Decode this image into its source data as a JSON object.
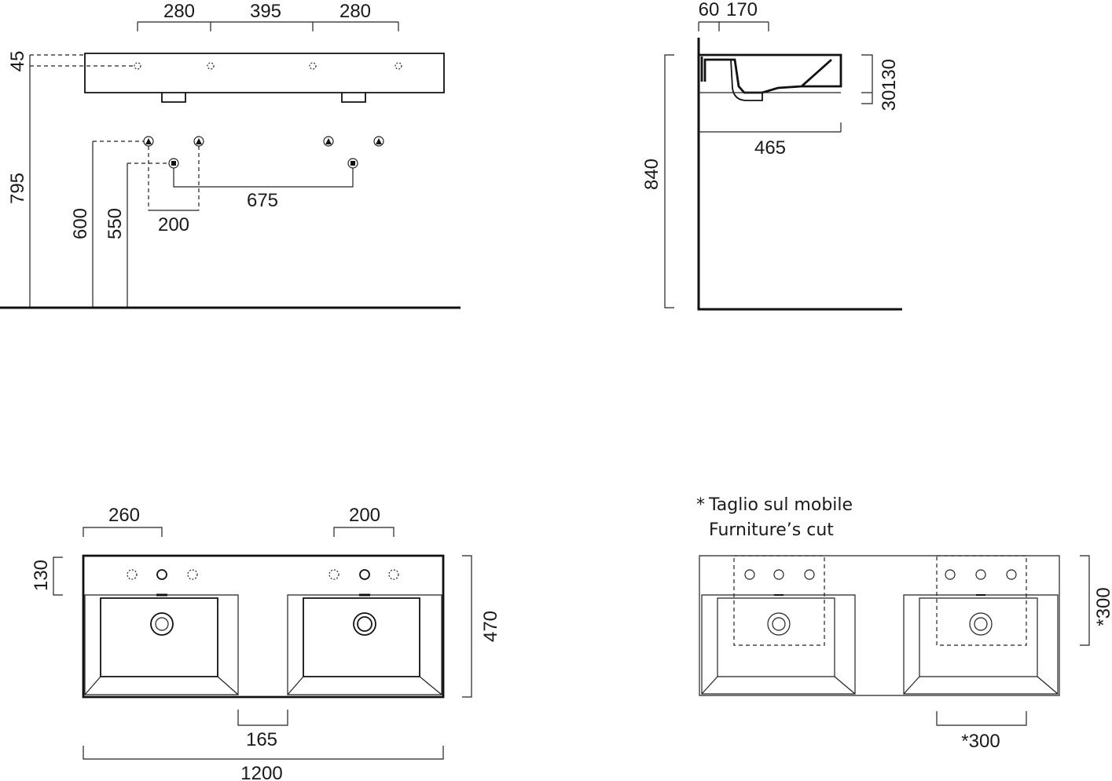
{
  "front_view": {
    "top_dims": [
      "280",
      "395",
      "280"
    ],
    "left_dim_small": "45",
    "height_total": "795",
    "height_supply": "600",
    "height_drain": "550",
    "drain_spacing": "675",
    "tap_spacing": "200"
  },
  "side_view": {
    "top_dim_a": "60",
    "top_dim_b": "170",
    "right_dim_a": "130",
    "right_dim_b": "30",
    "depth": "465",
    "height": "840"
  },
  "plan_view": {
    "dim_left_top": "260",
    "dim_right_top": "200",
    "dim_rim": "130",
    "dim_depth": "470",
    "dim_gap": "165",
    "dim_width": "1200"
  },
  "cut_view": {
    "note_line1": "Taglio sul mobile",
    "note_line2": "Furniture’s cut",
    "note_mark": "*",
    "dim_height": "*300",
    "dim_width": "*300"
  }
}
